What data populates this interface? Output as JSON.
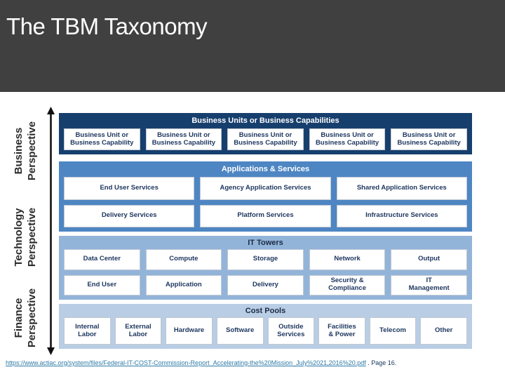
{
  "slide": {
    "title": "The TBM Taxonomy",
    "colors": {
      "slide_bg": "#ffffff",
      "header_bg": "#404040",
      "title_color": "#ffffff",
      "box_text": "#1c355e",
      "label_color": "#2b2b2b",
      "arrow_color": "#111111",
      "link_color": "#2e7ba6",
      "page_color": "#17365d"
    }
  },
  "perspectives": [
    {
      "line1": "Business",
      "line2": "Perspective"
    },
    {
      "line1": "Technology",
      "line2": "Perspective"
    },
    {
      "line1": "Finance",
      "line2": "Perspective"
    }
  ],
  "taxonomy": {
    "sections": [
      {
        "id": "business-units",
        "header": "Business Units or Business Capabilities",
        "band_color": "#173f6d",
        "header_text_color": "#ffffff",
        "rows": [
          [
            "Business Unit or\nBusiness Capability",
            "Business Unit or\nBusiness Capability",
            "Business Unit or\nBusiness Capability",
            "Business Unit or\nBusiness Capability",
            "Business Unit or\nBusiness Capability"
          ]
        ]
      },
      {
        "id": "applications-services",
        "header": "Applications & Services",
        "band_color": "#4e86c3",
        "header_text_color": "#ffffff",
        "rows": [
          [
            "End User Services",
            "Agency Application Services",
            "Shared Application Services"
          ],
          [
            "Delivery Services",
            "Platform Services",
            "Infrastructure Services"
          ]
        ]
      },
      {
        "id": "it-towers",
        "header": "IT Towers",
        "band_color": "#93b4d9",
        "header_text_color": "#1c2c45",
        "rows": [
          [
            "Data Center",
            "Compute",
            "Storage",
            "Network",
            "Output"
          ],
          [
            "End User",
            "Application",
            "Delivery",
            "Security &\nCompliance",
            "IT\nManagement"
          ]
        ]
      },
      {
        "id": "cost-pools",
        "header": "Cost Pools",
        "band_color": "#b9cde4",
        "header_text_color": "#1c2c45",
        "rows": [
          [
            "Internal\nLabor",
            "External\nLabor",
            "Hardware",
            "Software",
            "Outside\nServices",
            "Facilities\n& Power",
            "Telecom",
            "Other"
          ]
        ]
      }
    ]
  },
  "citation": {
    "link_text": "https://www.actiac.org/system/files/Federal-IT-COST-Commission-Report_Accelerating-the%20Mission_July%2021,2016%20.pdf",
    "suffix": " . Page 16."
  }
}
